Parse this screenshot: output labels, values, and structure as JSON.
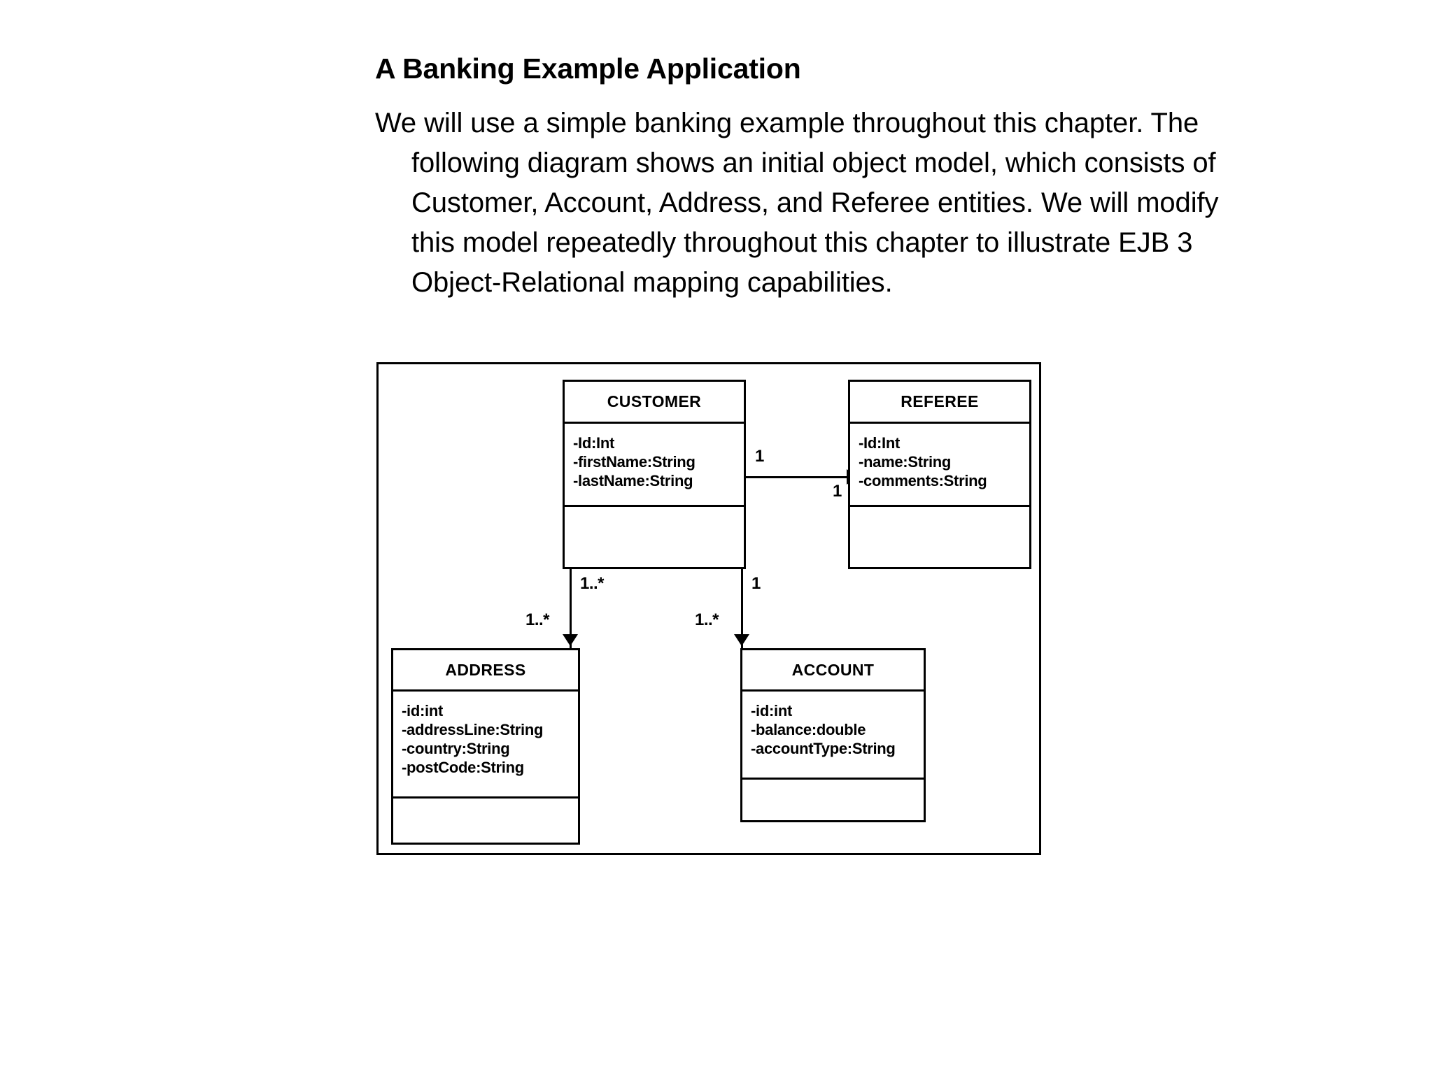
{
  "slide": {
    "title": "A Banking Example Application",
    "body_lines": [
      "We will use a simple banking example throughout this chapter. The",
      "following diagram shows an initial object model, which consists of",
      "Customer, Account, Address, and Referee entities. We will modify",
      "this model repeatedly throughout this chapter to illustrate EJB 3",
      "Object-Relational mapping capabilities."
    ]
  },
  "diagram": {
    "type": "uml-class-diagram",
    "classes": [
      {
        "name": "CUSTOMER",
        "attributes": [
          "-Id:Int",
          "-firstName:String",
          "-lastName:String"
        ],
        "operations": []
      },
      {
        "name": "REFEREE",
        "attributes": [
          "-Id:Int",
          "-name:String",
          "-comments:String"
        ],
        "operations": []
      },
      {
        "name": "ADDRESS",
        "attributes": [
          "-id:int",
          "-addressLine:String",
          "-country:String",
          "-postCode:String"
        ],
        "operations": []
      },
      {
        "name": "ACCOUNT",
        "attributes": [
          "-id:int",
          "-balance:double",
          "-accountType:String"
        ],
        "operations": []
      }
    ],
    "associations": [
      {
        "from": "CUSTOMER",
        "to": "REFEREE",
        "source_multiplicity": "1",
        "target_multiplicity": "1",
        "direction": "right"
      },
      {
        "from": "CUSTOMER",
        "to": "ADDRESS",
        "source_multiplicity": "1..*",
        "target_multiplicity": "1..*",
        "direction": "down"
      },
      {
        "from": "CUSTOMER",
        "to": "ACCOUNT",
        "source_multiplicity": "1",
        "target_multiplicity": "1..*",
        "direction": "down"
      }
    ]
  },
  "colors": {
    "background": "#ffffff",
    "ink": "#000000"
  }
}
